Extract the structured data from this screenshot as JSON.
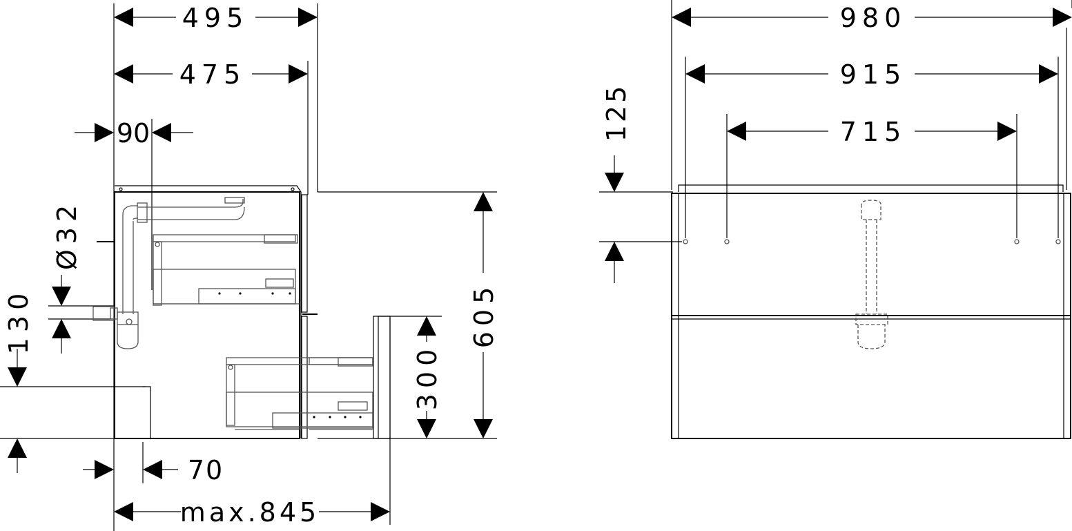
{
  "side_view": {
    "width_top": "495",
    "width_body": "475",
    "waste_offset": "90",
    "pipe_diameter": "Ø32",
    "pipe_height": "130",
    "height_total": "605",
    "drawer_height": "300",
    "wall_offset": "70",
    "max_depth": "max.845"
  },
  "front_view": {
    "width_top": "980",
    "width_body": "915",
    "mount_spacing": "715",
    "mount_height": "125"
  },
  "colors": {
    "line": "#000000",
    "detail": "#555555",
    "background": "#ffffff"
  }
}
